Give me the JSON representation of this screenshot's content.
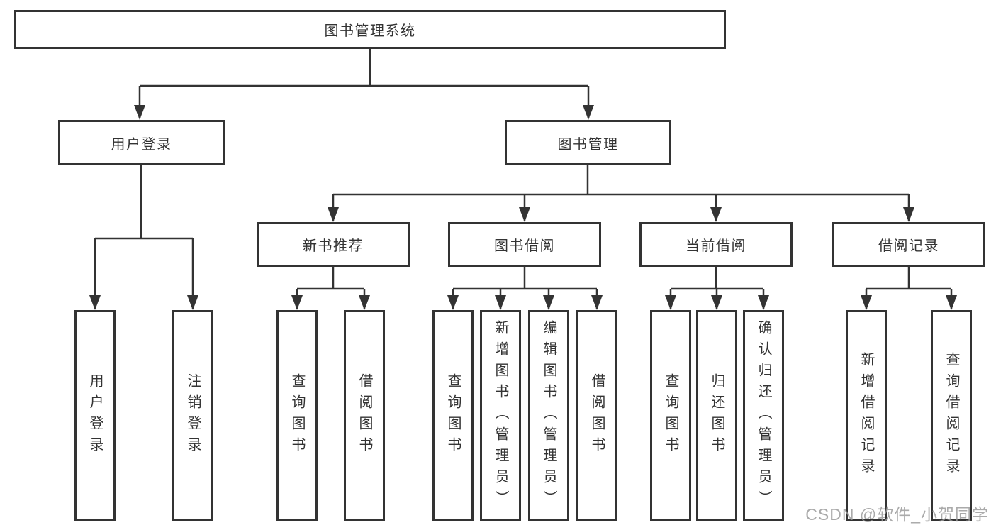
{
  "diagram": {
    "title": "图书管理系统",
    "root": {
      "label": "图书管理系统",
      "children": [
        {
          "label": "用户登录",
          "children": [
            {
              "label": "用户登录"
            },
            {
              "label": "注销登录"
            }
          ]
        },
        {
          "label": "图书管理",
          "children": [
            {
              "label": "新书推荐",
              "children": [
                {
                  "label": "查询图书"
                },
                {
                  "label": "借阅图书"
                }
              ]
            },
            {
              "label": "图书借阅",
              "children": [
                {
                  "label": "查询图书"
                },
                {
                  "label": "新增图书（管理员）"
                },
                {
                  "label": "编辑图书（管理员）"
                },
                {
                  "label": "借阅图书"
                }
              ]
            },
            {
              "label": "当前借阅",
              "children": [
                {
                  "label": "查询图书"
                },
                {
                  "label": "归还图书"
                },
                {
                  "label": "确认归还（管理员）"
                }
              ]
            },
            {
              "label": "借阅记录",
              "children": [
                {
                  "label": "新增借阅记录"
                },
                {
                  "label": "查询借阅记录"
                }
              ]
            }
          ]
        }
      ]
    },
    "colors": {
      "line": "#333333",
      "text": "#333333",
      "box_background": "#ffffff",
      "watermark": "#9b9b9b"
    }
  },
  "watermark": {
    "text": "CSDN @软件_小贺同学"
  }
}
